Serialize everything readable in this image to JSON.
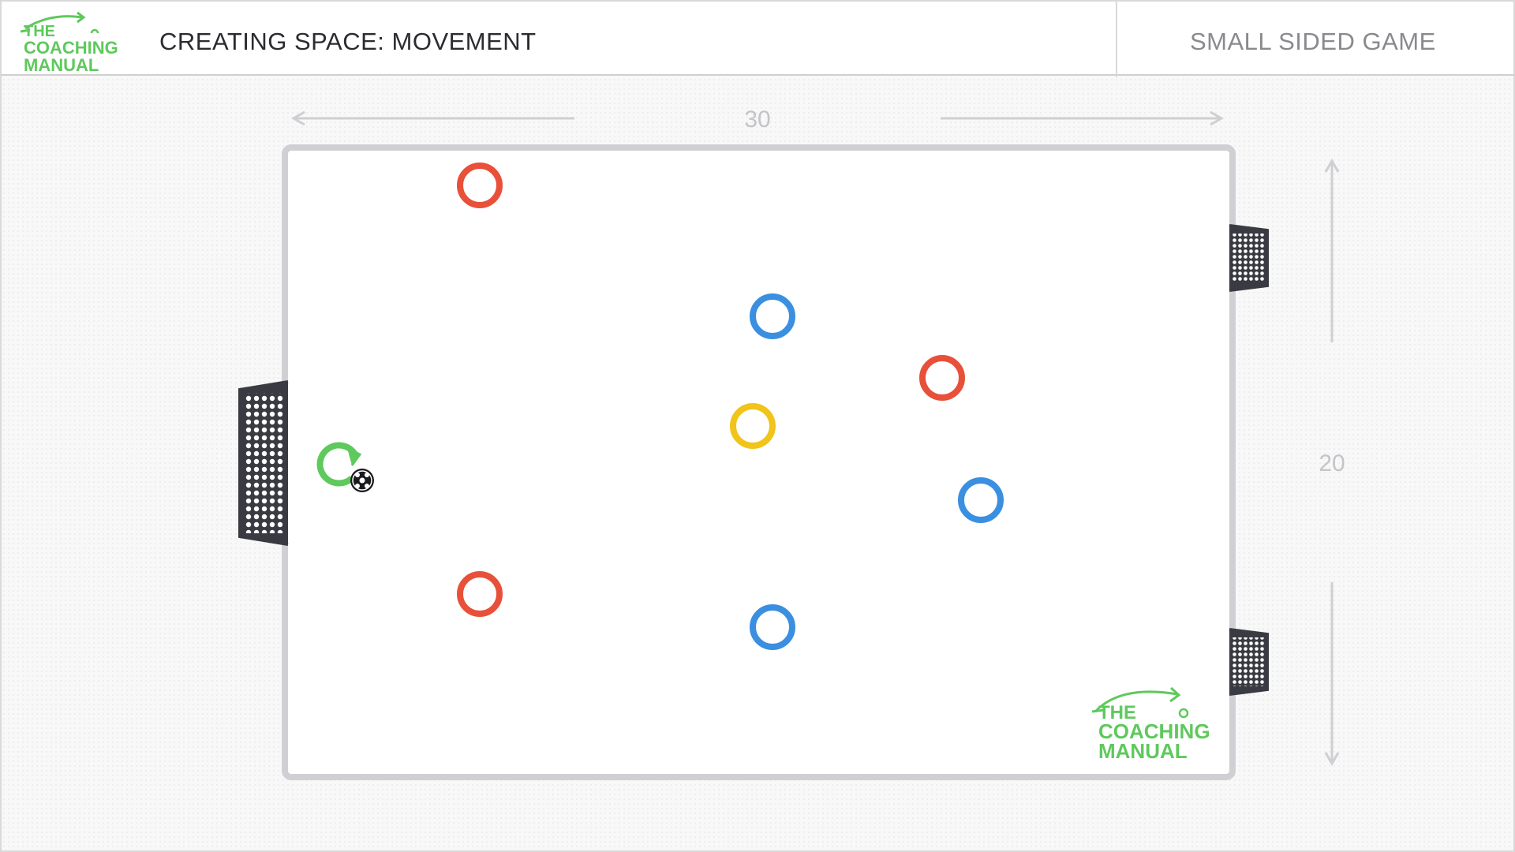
{
  "header": {
    "logo": {
      "line1": "THE",
      "line2": "COACHING",
      "line3": "MANUAL"
    },
    "title": "CREATING SPACE: MOVEMENT",
    "subtitle": "SMALL SIDED GAME"
  },
  "pitch": {
    "width_label": "30",
    "height_label": "20",
    "watermark": {
      "line1": "THE",
      "line2": "COACHING",
      "line3": "MANUAL"
    }
  },
  "colors": {
    "red_team": "#e8503a",
    "blue_team": "#3b8fe0",
    "neutral": "#f0c419",
    "active_player": "#5ec95c",
    "goal": "#3a3a42",
    "pitch_border": "#d0d0d4",
    "brand_green": "#5ec95c"
  },
  "players": [
    {
      "team": "red"
    },
    {
      "team": "red"
    },
    {
      "team": "red"
    },
    {
      "team": "blue"
    },
    {
      "team": "blue"
    },
    {
      "team": "blue"
    },
    {
      "team": "neutral"
    },
    {
      "team": "active",
      "has_ball": true
    }
  ],
  "icons": [
    "player-marker-icon",
    "ball-icon",
    "goal-icon",
    "arrow-icon"
  ]
}
